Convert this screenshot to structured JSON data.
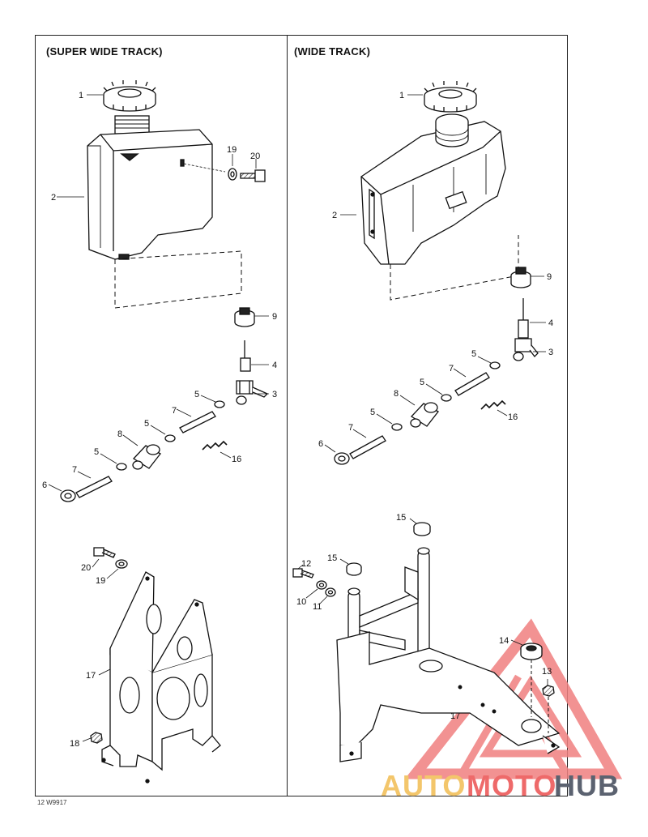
{
  "headings": {
    "left": "(SUPER WIDE TRACK)",
    "right": "(WIDE TRACK)"
  },
  "callouts_left": [
    "1",
    "2",
    "19",
    "20",
    "9",
    "4",
    "3",
    "5",
    "7",
    "5",
    "8",
    "16",
    "5",
    "7",
    "6",
    "20",
    "19",
    "17",
    "18"
  ],
  "callouts_right": [
    "1",
    "2",
    "9",
    "4",
    "3",
    "5",
    "7",
    "5",
    "8",
    "16",
    "5",
    "7",
    "6",
    "15",
    "15",
    "12",
    "10",
    "11",
    "14",
    "13",
    "17"
  ],
  "figure_code": "12 W9917",
  "watermark": {
    "part1": "AUTO",
    "part2": "MOTO",
    "part3": "HUB",
    "colors": {
      "auto": "#f3c66b",
      "moto": "#ee6a6a",
      "hub": "#5b6270",
      "triangle": "#f08080"
    }
  }
}
